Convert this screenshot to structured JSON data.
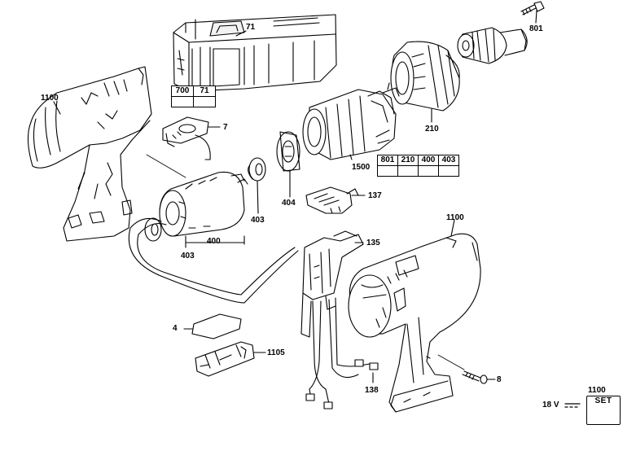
{
  "callouts": {
    "c71": "71",
    "c801": "801",
    "c1100_left": "1100",
    "c7": "7",
    "c210": "210",
    "c1500": "1500",
    "c137": "137",
    "c1100_right": "1100",
    "c404": "404",
    "c403_mid": "403",
    "c400": "400",
    "c403_left": "403",
    "c135": "135",
    "c4": "4",
    "c1105": "1105",
    "c8": "8",
    "c138": "138",
    "c1100_set": "1100"
  },
  "table_case": {
    "r1c1": "700",
    "r1c2": "71"
  },
  "table_gearbox": {
    "r1c1": "801",
    "r1c2": "210",
    "r1c3": "400",
    "r1c4": "403"
  },
  "voltage": "18 V",
  "set_badge": "SET"
}
